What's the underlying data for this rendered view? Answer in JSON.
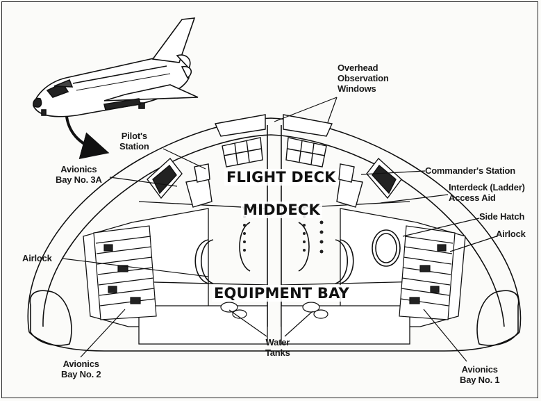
{
  "labels": {
    "overhead_windows": "Overhead\nObservation\nWindows",
    "pilots_station": "Pilot's\nStation",
    "avionics_3a": "Avionics\nBay No. 3A",
    "commanders_station": "Commander's Station",
    "interdeck_access": "Interdeck (Ladder)\nAccess Aid",
    "side_hatch": "Side Hatch",
    "airlock_right": "Airlock",
    "airlock_left": "Airlock",
    "water_tanks": "Water\nTanks",
    "avionics_2": "Avionics\nBay No. 2",
    "avionics_1": "Avionics\nBay No. 1"
  },
  "deck_titles": {
    "flight_deck": "FLIGHT DECK",
    "middeck": "MIDDECK",
    "equipment_bay": "EQUIPMENT BAY"
  },
  "colors": {
    "ink": "#1a1a1a",
    "paper": "#fbfbf9"
  }
}
